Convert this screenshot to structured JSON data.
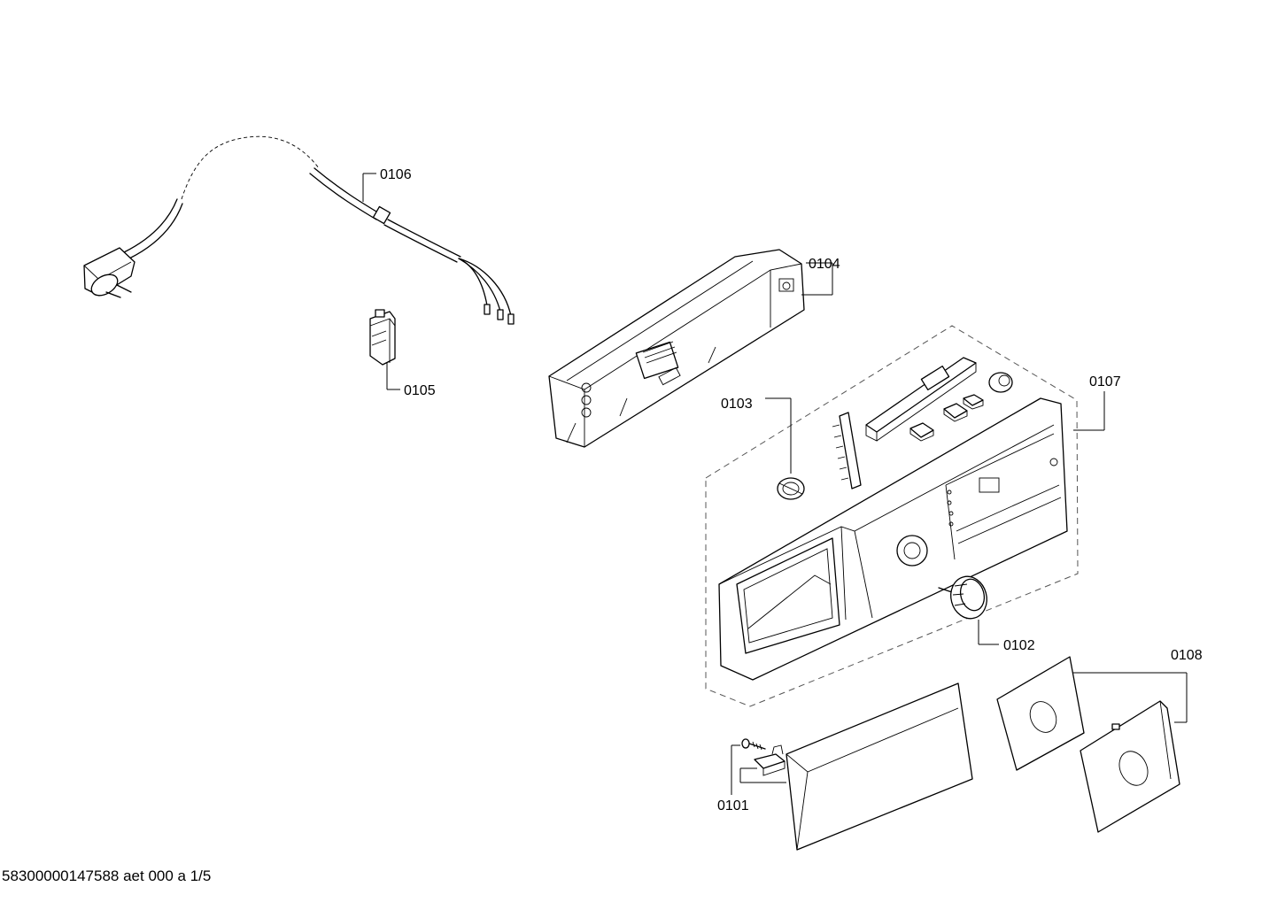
{
  "labels": {
    "p0101": "0101",
    "p0102": "0102",
    "p0103": "0103",
    "p0104": "0104",
    "p0105": "0105",
    "p0106": "0106",
    "p0107": "0107",
    "p0108": "0108"
  },
  "footer": "58300000147588 aet 000 a 1/5"
}
